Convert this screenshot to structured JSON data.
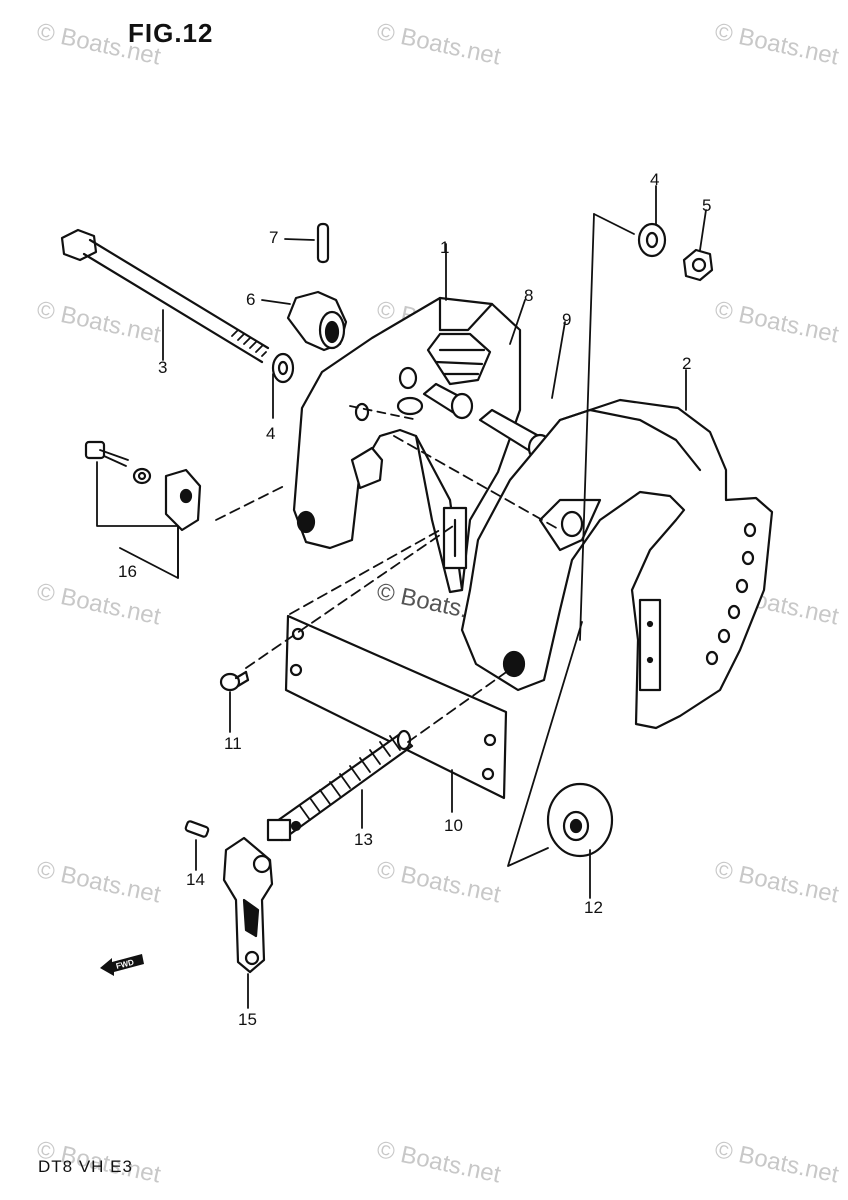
{
  "header": {
    "figure_title": "FIG.12"
  },
  "footer": {
    "model_code": "DT8 VH E3"
  },
  "watermarks": [
    "© Boats.net",
    "© Boats.net",
    "© Boats.net",
    "© Boats.net",
    "© Boats.net",
    "© Boats.net",
    "© Boats.net",
    "© Boats.net",
    "© Boats.net",
    "© Boats.net",
    "© Boats.net",
    "© Boats.net",
    "© Boats.net",
    "© Boats.net",
    "© Boats.net"
  ],
  "callouts": {
    "p1": "1",
    "p2": "2",
    "p3": "3",
    "p4a": "4",
    "p4b": "4",
    "p5": "5",
    "p6": "6",
    "p7": "7",
    "p8": "8",
    "p9": "9",
    "p10": "10",
    "p11": "11",
    "p12": "12",
    "p13": "13",
    "p14": "14",
    "p15": "15",
    "p16": "16"
  },
  "fwd_arrow": {
    "label": "FWD"
  }
}
